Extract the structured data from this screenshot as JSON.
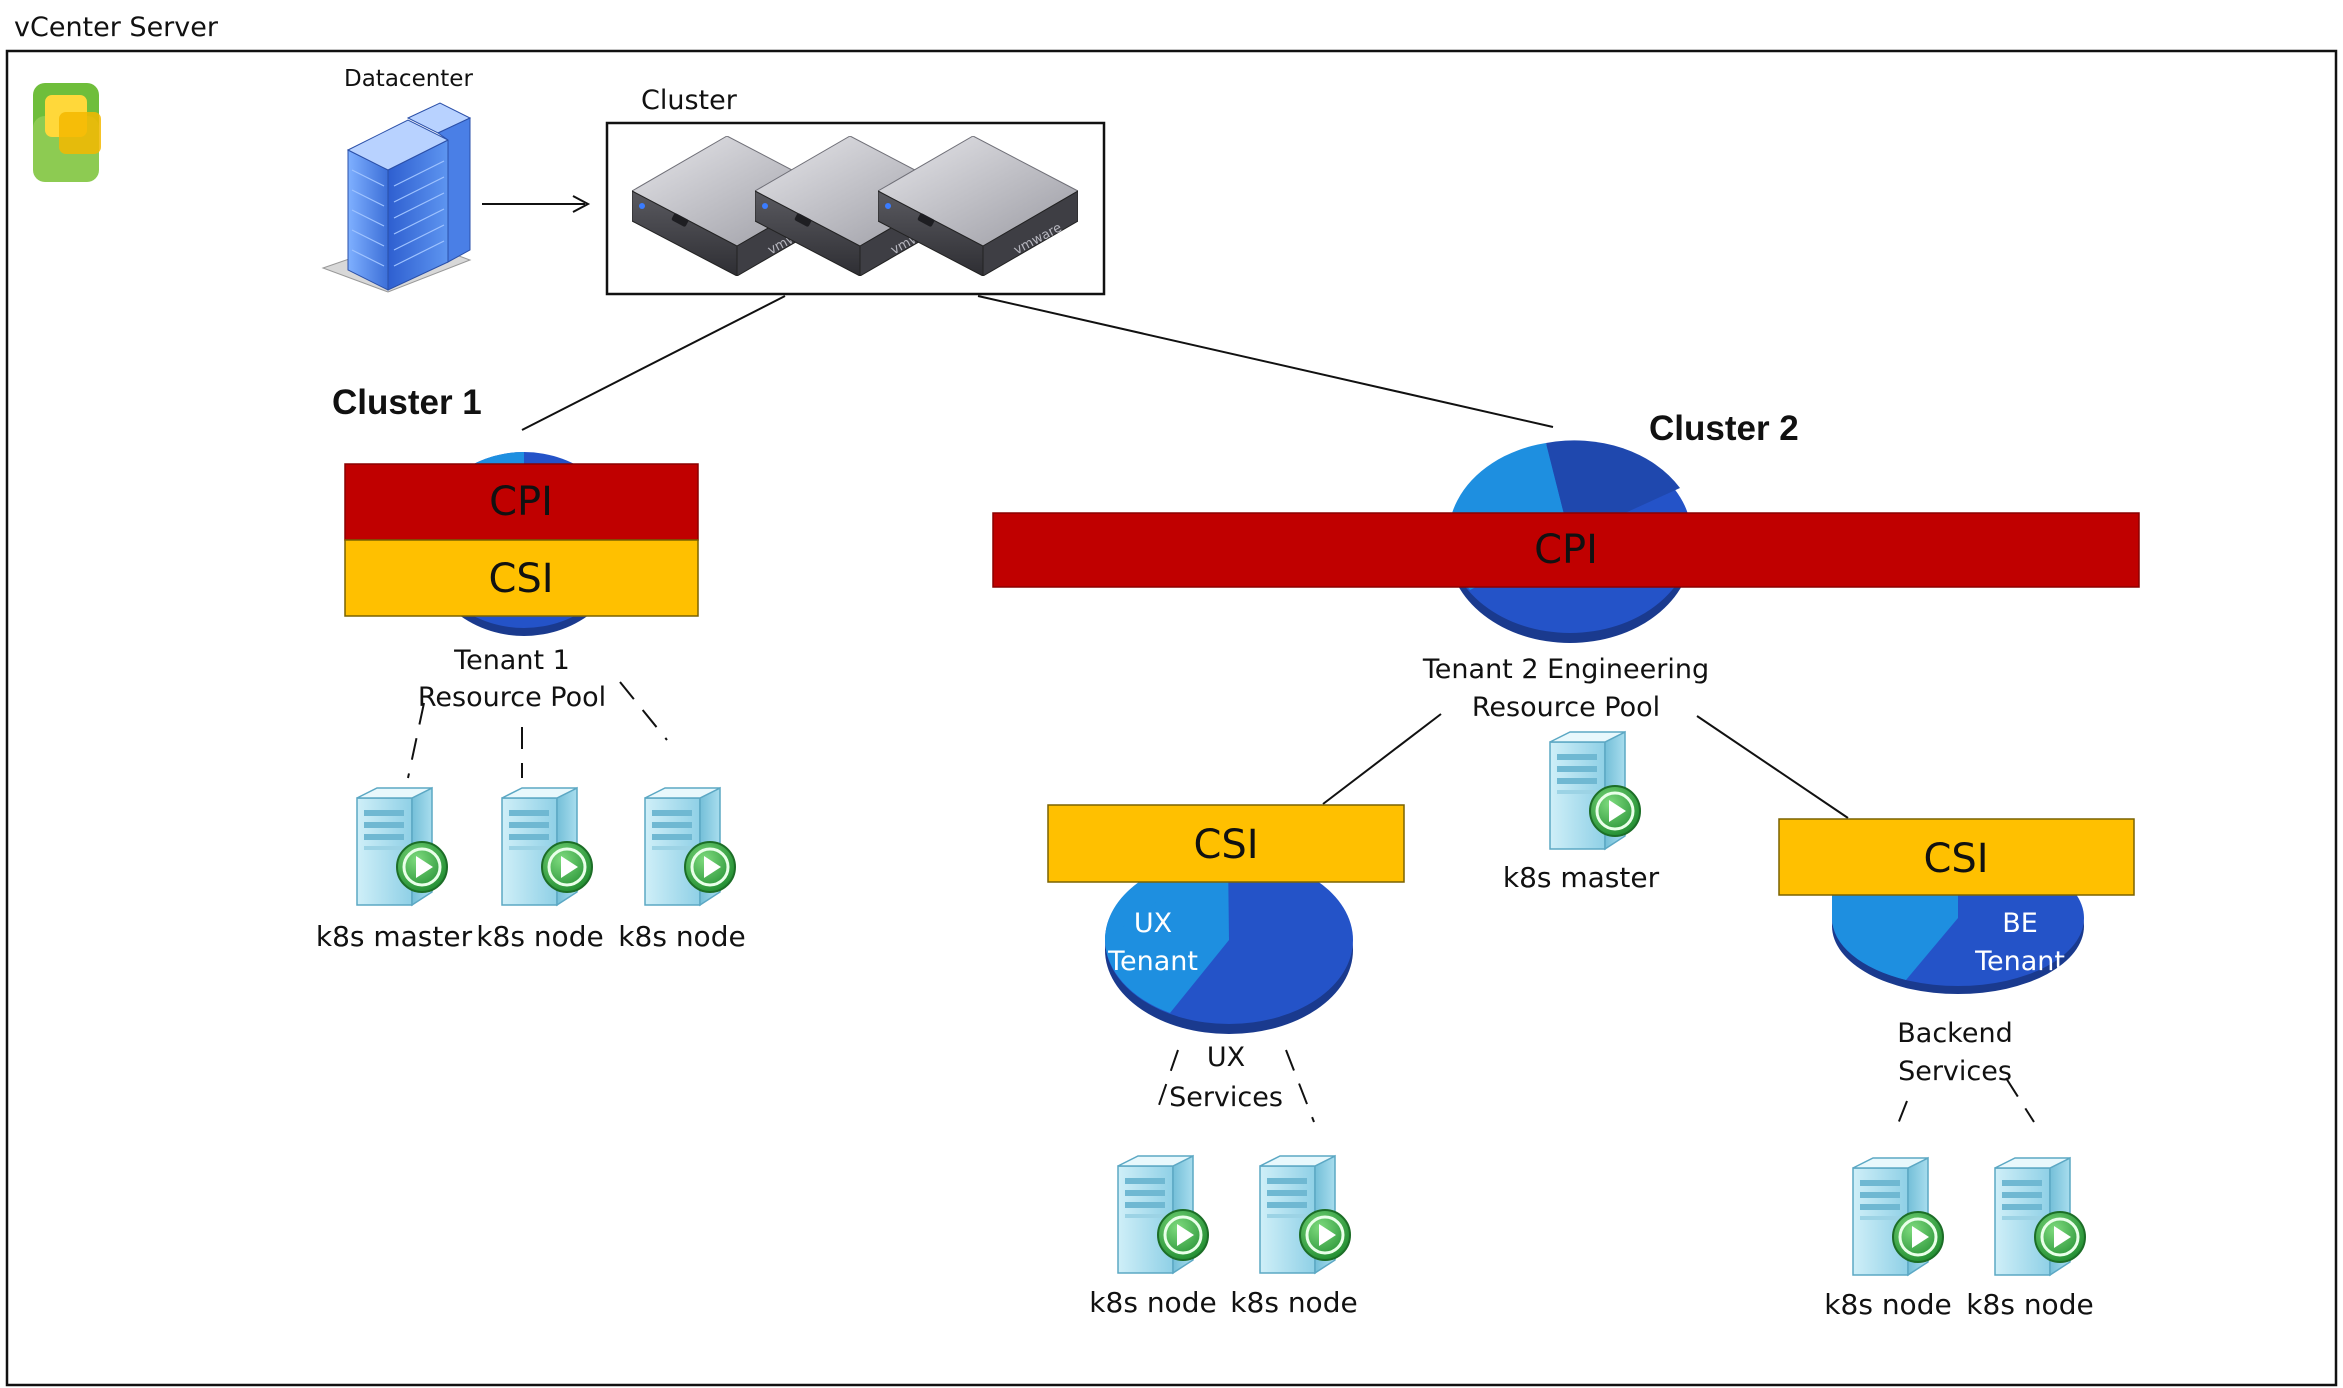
{
  "title": "vCenter Server",
  "datacenter_label": "Datacenter",
  "cluster_label": "Cluster",
  "cluster1": {
    "title": "Cluster 1",
    "cpi": "CPI",
    "csi": "CSI",
    "pool_line1": "Tenant 1",
    "pool_line2": "Resource Pool",
    "nodes": [
      "k8s master",
      "k8s node",
      "k8s node"
    ]
  },
  "cluster2": {
    "title": "Cluster 2",
    "cpi": "CPI",
    "pool_line1": "Tenant 2 Engineering",
    "pool_line2": "Resource Pool",
    "master": "k8s master",
    "ux": {
      "csi": "CSI",
      "pie_line1": "UX",
      "pie_line2": "Tenant",
      "pool_line1": "UX",
      "pool_line2": "Services",
      "nodes": [
        "k8s node",
        "k8s node"
      ]
    },
    "be": {
      "csi": "CSI",
      "pie_line1": "BE",
      "pie_line2": "Tenant",
      "pool_line1": "Backend",
      "pool_line2": "Services",
      "nodes": [
        "k8s node",
        "k8s node"
      ]
    }
  },
  "colors": {
    "cpi": "#C00000",
    "csi": "#FFC000",
    "pie_dark": "#1F3FA0",
    "pie_light": "#1E8FE0",
    "vm_green": "#2E9E3E"
  },
  "icons": [
    "vsphere-logo-icon",
    "datacenter-building-icon",
    "esxi-server-icon",
    "resource-pool-pie-icon",
    "vm-server-icon"
  ]
}
